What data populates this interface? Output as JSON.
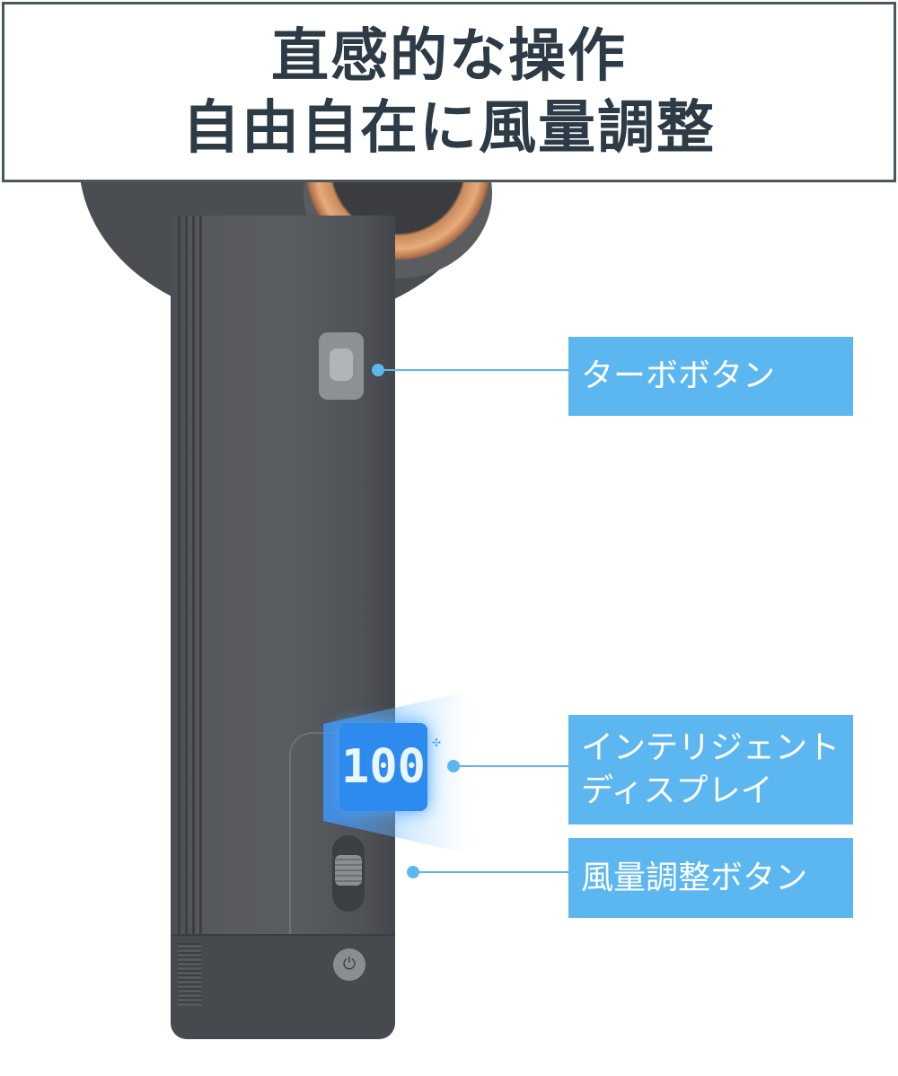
{
  "header": {
    "line1": "直感的な操作",
    "line2": "自由自在に風量調整"
  },
  "display": {
    "value": "100"
  },
  "callouts": {
    "turbo": "ターボボタン",
    "display_line1": "インテリジェント",
    "display_line2": "ディスプレイ",
    "fan_speed": "風量調整ボタン"
  },
  "colors": {
    "accent": "#5cb7f1",
    "header_text": "#2c3b46",
    "display": "#2d8bf0"
  }
}
